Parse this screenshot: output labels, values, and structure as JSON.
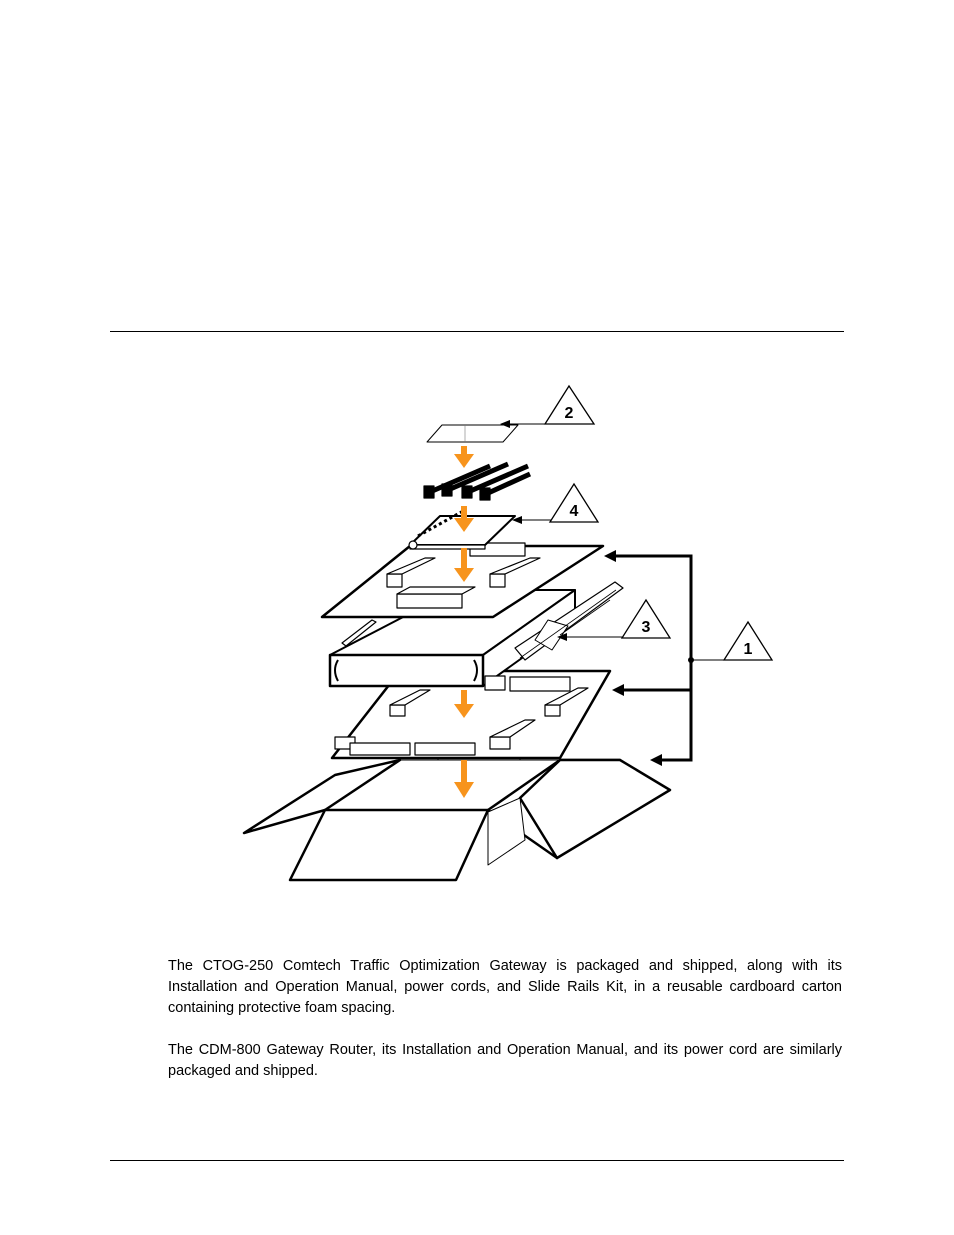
{
  "figure": {
    "callouts": [
      "1",
      "2",
      "3",
      "4"
    ],
    "arrow_color": "#f7941d"
  },
  "body": {
    "paragraph_1": "The CTOG-250 Comtech Traffic Optimization Gateway is packaged and shipped, along with its Installation and Operation Manual, power cords, and Slide Rails Kit, in a reusable cardboard carton containing protective foam spacing.",
    "paragraph_2": "The CDM-800 Gateway Router, its Installation and Operation Manual, and its power cord are similarly packaged and shipped."
  }
}
